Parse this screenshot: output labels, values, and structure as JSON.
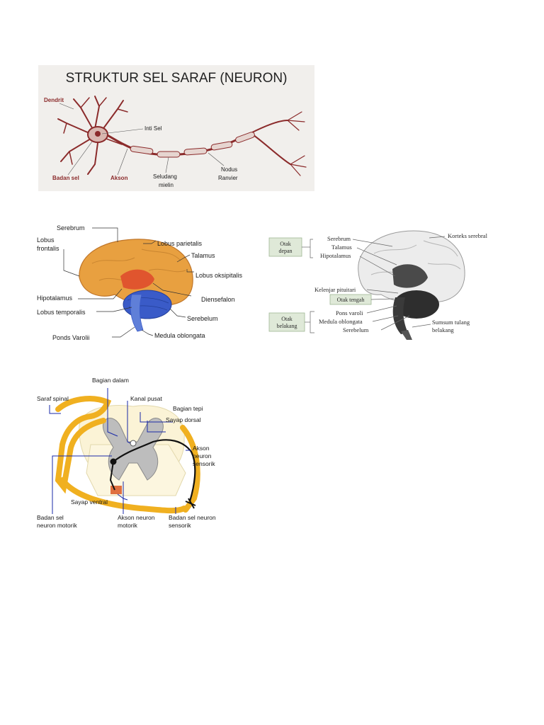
{
  "neuron": {
    "title": "STRUKTUR SEL SARAF (NEURON)",
    "labels": {
      "dendrit": "Dendrit",
      "inti_sel": "Inti Sel",
      "badan_sel": "Badan sel",
      "akson": "Akson",
      "seludang_1": "Seludang",
      "seludang_2": "mielin",
      "nodus_1": "Nodus",
      "nodus_2": "Ranvier"
    }
  },
  "brain_color": {
    "labels": {
      "serebrum": "Serebrum",
      "lobus_frontalis_1": "Lobus",
      "lobus_frontalis_2": "frontalis",
      "lobus_parietalis": "Lobus  parietalis",
      "talamus": "Talamus",
      "lobus_oksipitalis": "Lobus  oksipitalis",
      "hipotalamus": "Hipotalamus",
      "diensefalon": "Diensefalon",
      "lobus_temporalis": "Lobus  temporalis",
      "serebelum": "Serebelum",
      "ponds_varolii": "Ponds  Varolii",
      "medula_oblongata": "Medula  oblongata"
    }
  },
  "brain_gray": {
    "groups": {
      "otak_depan_1": "Otak",
      "otak_depan_2": "depan",
      "otak_tengah": "Otak tengah",
      "otak_belakang_1": "Otak",
      "otak_belakang_2": "belakang"
    },
    "labels": {
      "serebrum": "Serebrum",
      "talamus": "Talamus",
      "hipotalamus": "Hipotalamus",
      "korteks_serebral": "Korteks serebral",
      "kelenjar_pituitari": "Kelenjar pituitari",
      "pons_varoli": "Pons varoli",
      "medula_oblongata": "Medula oblongata",
      "serebelum": "Serebelum",
      "sumsum_1": "Sumsum tulang",
      "sumsum_2": "belakang"
    }
  },
  "spinal": {
    "labels": {
      "bagian_dalam": "Bagian dalam",
      "saraf_spinal": "Saraf spinal",
      "kanal_pusat": "Kanal pusat",
      "bagian_tepi": "Bagian tepi",
      "sayap_dorsal": "Sayap dorsal",
      "akson_sensorik_1": "Akson",
      "akson_sensorik_2": "neuron",
      "akson_sensorik_3": "sensorik",
      "sayap_ventral": "Sayap ventral",
      "badan_motorik_1": "Badan sel",
      "badan_motorik_2": "neuron motorik",
      "akson_motorik_1": "Akson neuron",
      "akson_motorik_2": "motorik",
      "badan_sensorik_1": "Badan sel neuron",
      "badan_sensorik_2": "sensorik"
    }
  },
  "colors": {
    "neuron_red": "#8b2b2b",
    "brain_orange": "#e8a040",
    "cerebellum_blue": "#3a5bc8",
    "group_box": "#dfe9d8",
    "spinal_yellow": "#f0b020",
    "leader_blue": "#1a2aa8"
  }
}
